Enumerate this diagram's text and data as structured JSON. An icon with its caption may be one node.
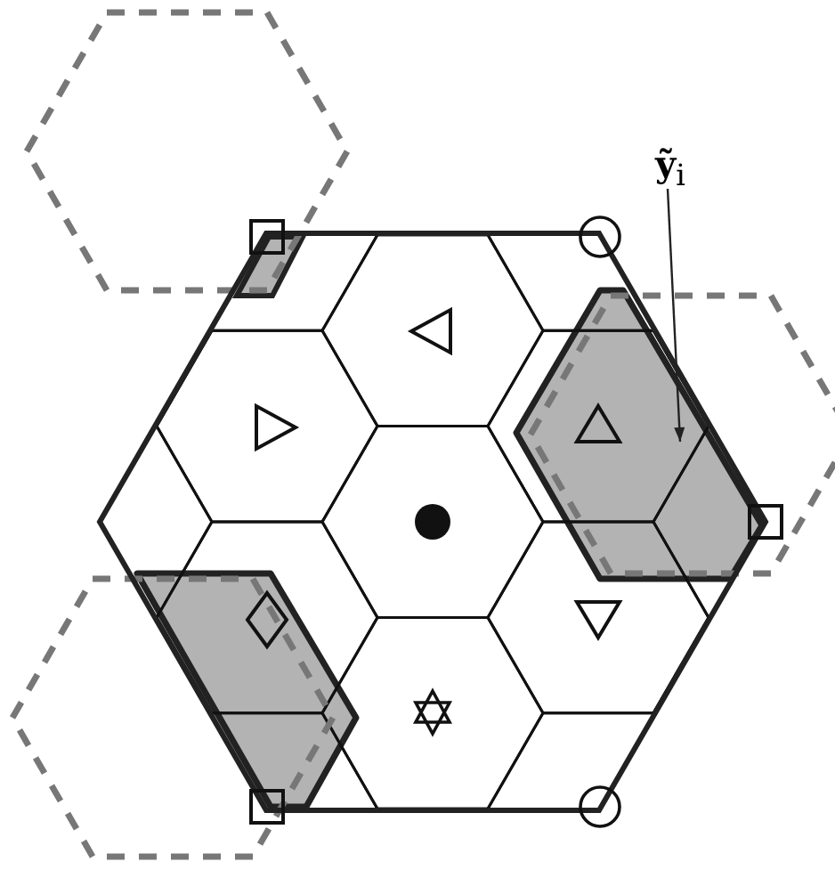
{
  "diagram": {
    "nodes": [
      {
        "text": [
          "**ỹ**$_{i}$"
        ]
      },
      {
        "text": [],
        "shape": "polygon"
      }
    ],
    "edges": [
      {
        "from": 0,
        "to": 1,
        "arrow": "to"
      }
    ]
  }
}
